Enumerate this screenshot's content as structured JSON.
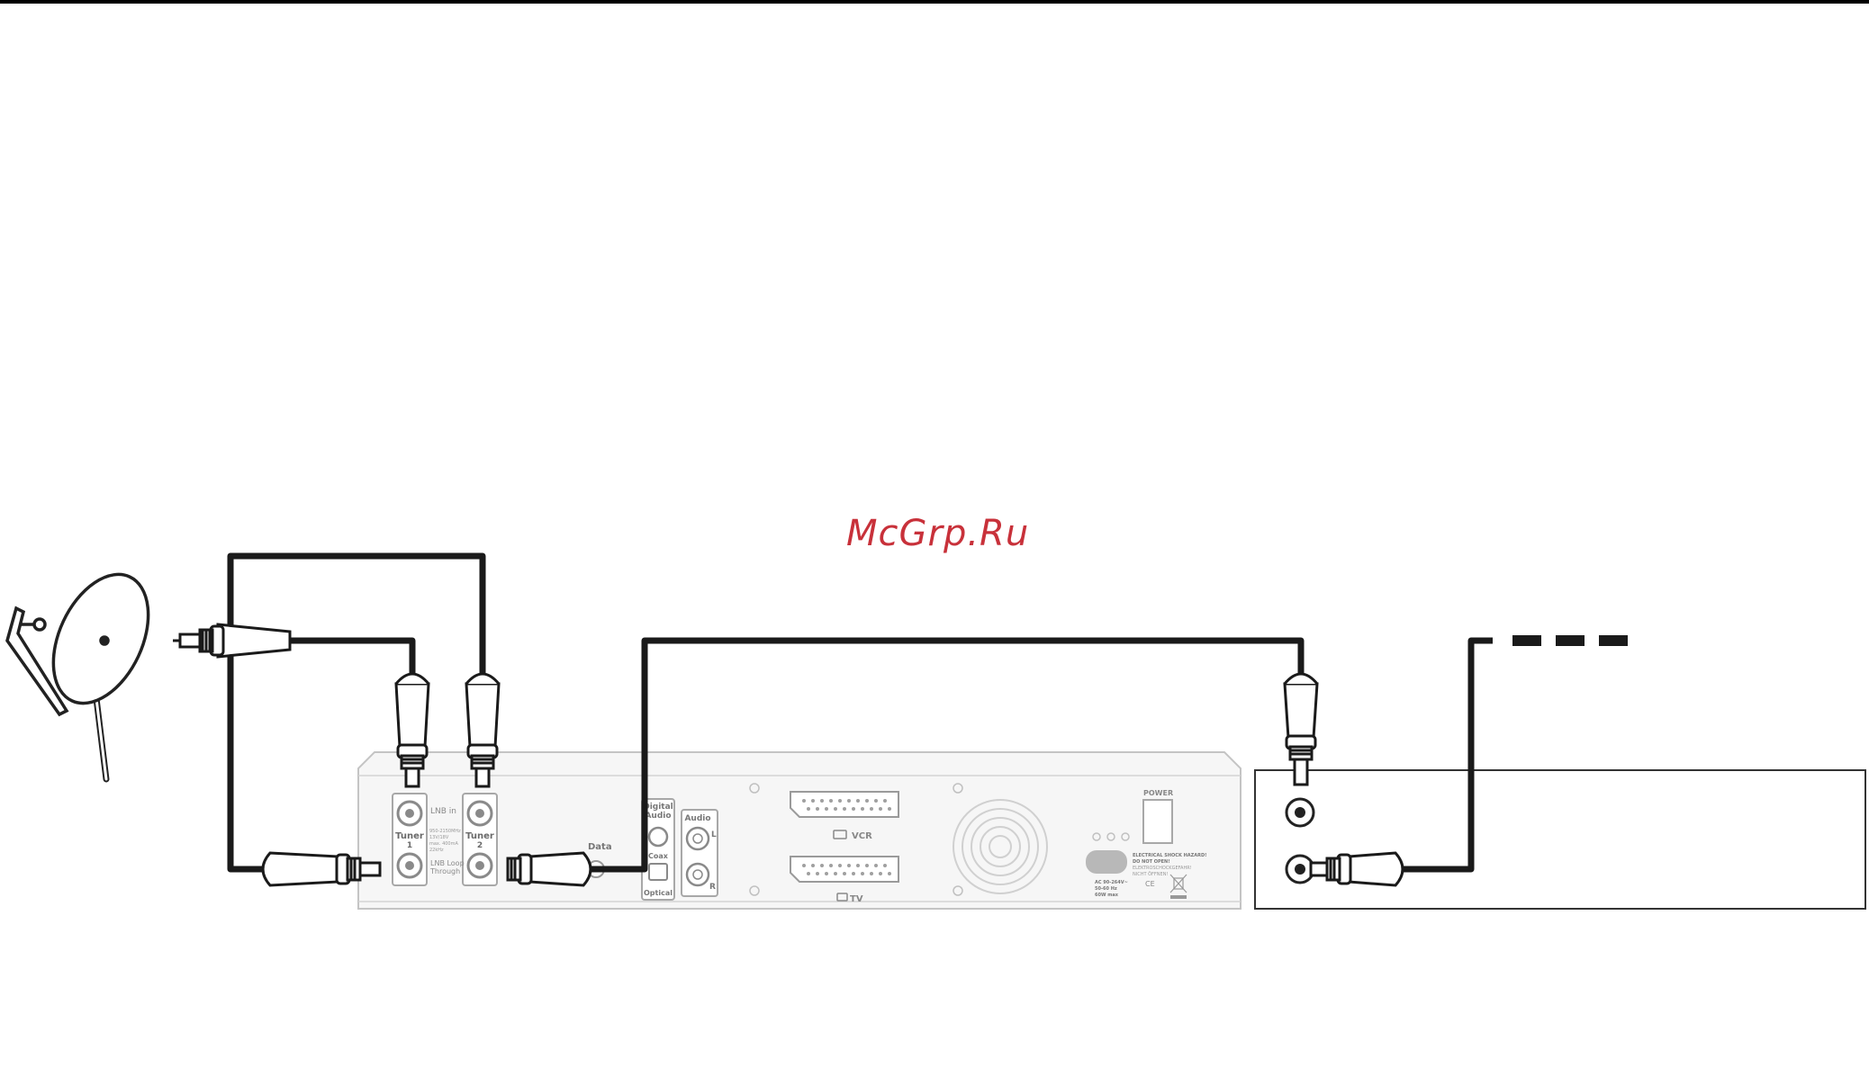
{
  "watermark": "McGrp.Ru",
  "receiver": {
    "tuner1_label": "Tuner",
    "tuner1_number": "1",
    "tuner2_label": "Tuner",
    "tuner2_number": "2",
    "lnb_in": "LNB in",
    "lnb_loop": "LNB Loop",
    "lnb_loop2": "Through",
    "data": "Data",
    "digital_audio": "Digital",
    "digital_audio2": "Audio",
    "coax": "Coax",
    "optical": "Optical",
    "audio": "Audio",
    "audio_l": "L",
    "audio_r": "R",
    "vcr": "VCR",
    "tv": "TV",
    "power": "POWER",
    "ac": "AC 90-264V~",
    "hz": "50-60 Hz",
    "watt": "60W max",
    "warning1": "ELECTRICAL SHOCK HAZARD!",
    "warning2": "DO NOT OPEN!",
    "warning3": "ELEKTROSCHOCKGEFAHR!",
    "warning4": "NICHT ÖFFNEN!",
    "ce": "CE",
    "lnb_spec1": "950-2150MHz",
    "lnb_spec2": "13V/18V",
    "lnb_spec3": "max. 400mA",
    "lnb_spec4": "22kHz"
  },
  "colors": {
    "cable": "#1a1a1a",
    "device_outline": "#c8c8c8",
    "device_fill": "#f6f6f6",
    "watermark": "#c8313a"
  }
}
